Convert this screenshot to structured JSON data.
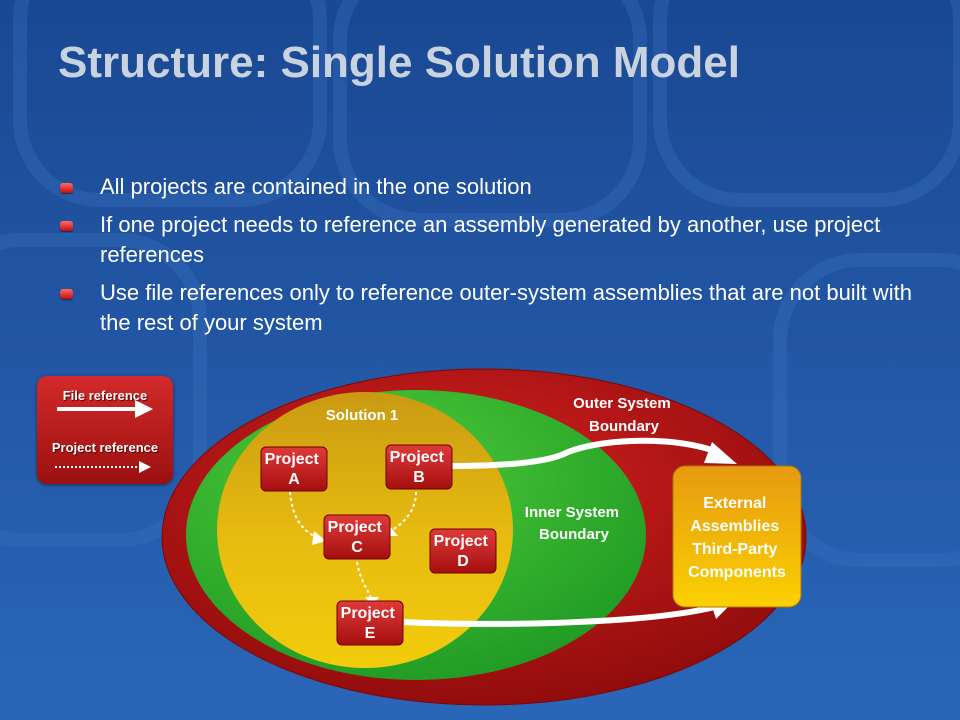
{
  "slide": {
    "title": "Structure: Single Solution Model",
    "bullets": [
      "All projects are contained in the one solution",
      "If one project needs to reference an assembly generated by another, use project references",
      "Use file references only to reference outer-system assemblies that are not built with the rest of your system"
    ]
  },
  "legend": {
    "file_reference": "File reference",
    "project_reference": "Project reference"
  },
  "diagram": {
    "outer_boundary": [
      "Outer System",
      "Boundary"
    ],
    "inner_boundary": [
      "Inner System",
      "Boundary"
    ],
    "solution_label": "Solution 1",
    "projects": {
      "a": [
        "Project",
        "A"
      ],
      "b": [
        "Project",
        "B"
      ],
      "c": [
        "Project",
        "C"
      ],
      "d": [
        "Project",
        "D"
      ],
      "e": [
        "Project",
        "E"
      ]
    },
    "external": [
      "External",
      "Assemblies",
      "Third-Party",
      "Components"
    ]
  },
  "colors": {
    "background": "#1d4f9a",
    "outer_ellipse": "#b01616",
    "inner_ellipse": "#2fae2f",
    "solution_ellipse": "#e0b210",
    "project_box": "#c41818",
    "external_box": "#f5c200"
  }
}
